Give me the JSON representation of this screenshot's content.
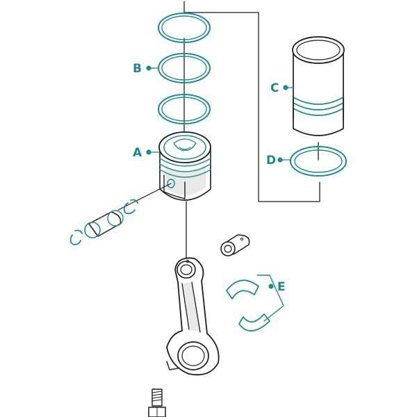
{
  "colors": {
    "accent": "#1a8a8a",
    "accent_light": "#dff1ee",
    "line": "#1c1c1c",
    "fill": "#ffffff",
    "shade": "#e9e9e9"
  },
  "labels": {
    "a": "A",
    "b": "B",
    "c": "C",
    "d": "D",
    "e": "E"
  },
  "icons": {
    "piston": "piston-icon",
    "rings": "piston-ring-icon",
    "liner": "cylinder-liner-icon",
    "seal": "liner-seal-ring-icon",
    "rod": "connecting-rod-icon",
    "bearings": "bearing-shell-icon",
    "pin": "piston-pin-icon",
    "bolt": "bolt-icon"
  }
}
